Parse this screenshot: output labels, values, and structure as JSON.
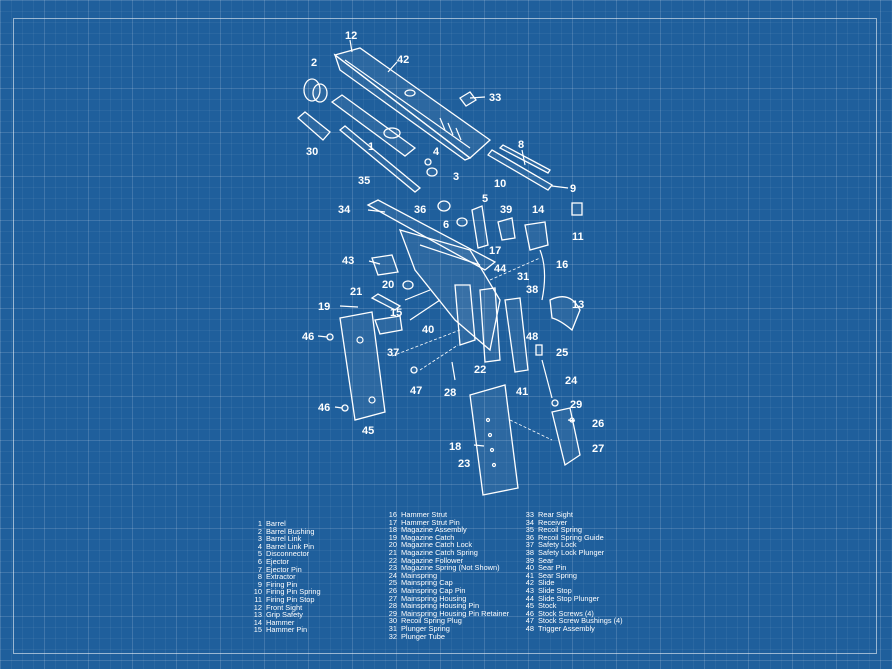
{
  "callouts": [
    "12",
    "42",
    "2",
    "33",
    "1",
    "8",
    "30",
    "4",
    "3",
    "10",
    "9",
    "35",
    "5",
    "36",
    "39",
    "14",
    "34",
    "11",
    "6",
    "17",
    "43",
    "44",
    "16",
    "20",
    "31",
    "21",
    "38",
    "15",
    "13",
    "40",
    "19",
    "48",
    "46",
    "25",
    "37",
    "22",
    "41",
    "24",
    "47",
    "28",
    "29",
    "46",
    "26",
    "45",
    "18",
    "27",
    "23"
  ],
  "legend": {
    "col1": [
      {
        "num": "1",
        "label": "Barrel"
      },
      {
        "num": "2",
        "label": "Barrel Bushing"
      },
      {
        "num": "3",
        "label": "Barrel Link"
      },
      {
        "num": "4",
        "label": "Barrel Link Pin"
      },
      {
        "num": "5",
        "label": "Disconnector"
      },
      {
        "num": "6",
        "label": "Ejector"
      },
      {
        "num": "7",
        "label": "Ejector Pin"
      },
      {
        "num": "8",
        "label": "Extractor"
      },
      {
        "num": "9",
        "label": "Firing Pin"
      },
      {
        "num": "10",
        "label": "Firing Pin Spring"
      },
      {
        "num": "11",
        "label": "Firing Pin Stop"
      },
      {
        "num": "12",
        "label": "Front Sight"
      },
      {
        "num": "13",
        "label": "Grip Safety"
      },
      {
        "num": "14",
        "label": "Hammer"
      },
      {
        "num": "15",
        "label": "Hammer Pin"
      }
    ],
    "col2": [
      {
        "num": "16",
        "label": "Hammer Strut"
      },
      {
        "num": "17",
        "label": "Hammer Strut Pin"
      },
      {
        "num": "18",
        "label": "Magazine Assembly"
      },
      {
        "num": "19",
        "label": "Magazine Catch"
      },
      {
        "num": "20",
        "label": "Magazine Catch Lock"
      },
      {
        "num": "21",
        "label": "Magazine Catch Spring"
      },
      {
        "num": "22",
        "label": "Magazine Follower"
      },
      {
        "num": "23",
        "label": "Magazine Spring (Not Shown)"
      },
      {
        "num": "24",
        "label": "Mainspring"
      },
      {
        "num": "25",
        "label": "Mainspring Cap"
      },
      {
        "num": "26",
        "label": "Mainspring Cap Pin"
      },
      {
        "num": "27",
        "label": "Mainspring Housing"
      },
      {
        "num": "28",
        "label": "Mainspring Housing Pin"
      },
      {
        "num": "29",
        "label": "Mainspring Housing Pin Retainer"
      },
      {
        "num": "30",
        "label": "Recoil Spring Plug"
      },
      {
        "num": "31",
        "label": "Plunger Spring"
      },
      {
        "num": "32",
        "label": "Plunger Tube"
      }
    ],
    "col3": [
      {
        "num": "33",
        "label": "Rear Sight"
      },
      {
        "num": "34",
        "label": "Receiver"
      },
      {
        "num": "35",
        "label": "Recoil Spring"
      },
      {
        "num": "36",
        "label": "Recoil Spring Guide"
      },
      {
        "num": "37",
        "label": "Safety Lock"
      },
      {
        "num": "38",
        "label": "Safety Lock Plunger"
      },
      {
        "num": "39",
        "label": "Sear"
      },
      {
        "num": "40",
        "label": "Sear Pin"
      },
      {
        "num": "41",
        "label": "Sear Spring"
      },
      {
        "num": "42",
        "label": "Slide"
      },
      {
        "num": "43",
        "label": "Slide Stop"
      },
      {
        "num": "44",
        "label": "Slide Stop Plunger"
      },
      {
        "num": "45",
        "label": "Stock"
      },
      {
        "num": "46",
        "label": "Stock Screws (4)"
      },
      {
        "num": "47",
        "label": "Stock Screw Bushings (4)"
      },
      {
        "num": "48",
        "label": "Trigger Assembly"
      }
    ]
  }
}
